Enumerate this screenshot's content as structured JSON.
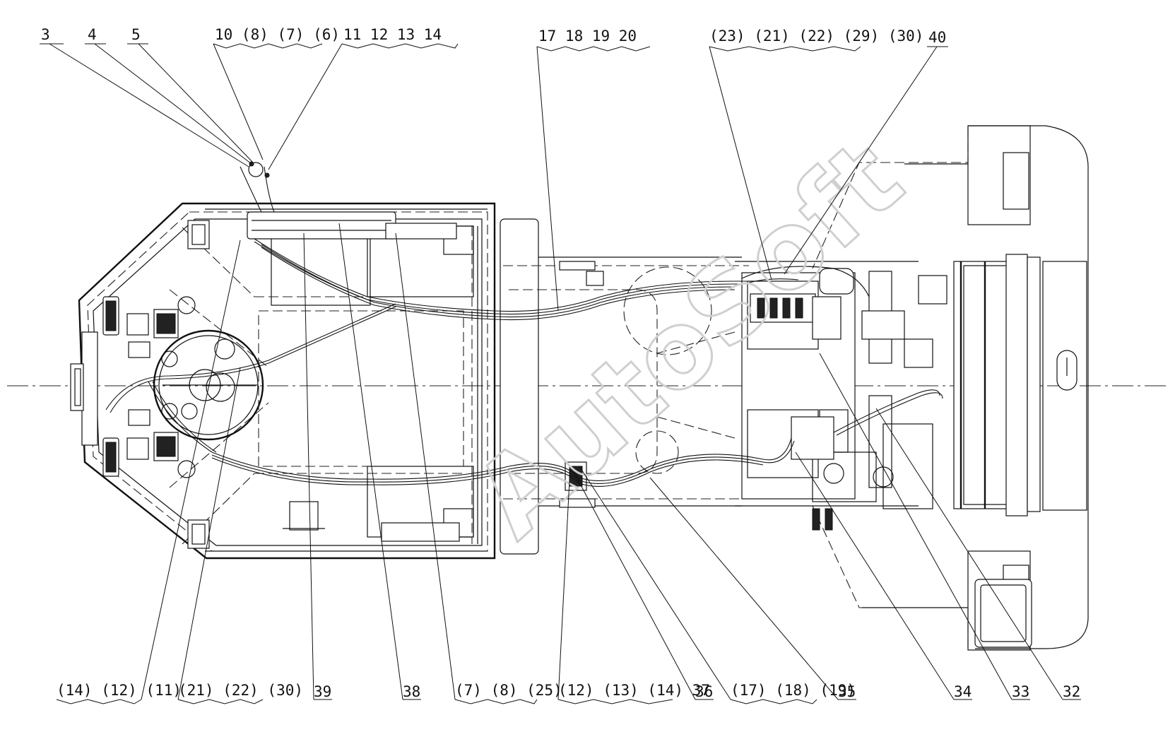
{
  "watermark": "AutoSoft",
  "labels": {
    "top": [
      {
        "id": "lbl-3",
        "text": "3"
      },
      {
        "id": "lbl-4",
        "text": "4"
      },
      {
        "id": "lbl-5",
        "text": "5"
      },
      {
        "id": "lbl-g1",
        "text": "10 (8) (7) (6)"
      },
      {
        "id": "lbl-g2",
        "text": "11 12 13 14"
      },
      {
        "id": "lbl-g3",
        "text": "17 18 19 20"
      },
      {
        "id": "lbl-g4",
        "text": "(23) (21) (22) (29) (30)"
      },
      {
        "id": "lbl-40",
        "text": "40"
      }
    ],
    "bottom": [
      {
        "id": "lbl-g5",
        "text": "(14) (12) (11)"
      },
      {
        "id": "lbl-g6",
        "text": "(21) (22) (30)"
      },
      {
        "id": "lbl-39",
        "text": "39"
      },
      {
        "id": "lbl-38",
        "text": "38"
      },
      {
        "id": "lbl-g7",
        "text": "(7) (8) (25)"
      },
      {
        "id": "lbl-g8",
        "text": "(12) (13) (14) 37"
      },
      {
        "id": "lbl-36",
        "text": "36"
      },
      {
        "id": "lbl-g9",
        "text": "(17) (18) (19)"
      },
      {
        "id": "lbl-35",
        "text": "35"
      },
      {
        "id": "lbl-34",
        "text": "34"
      },
      {
        "id": "lbl-33",
        "text": "33"
      },
      {
        "id": "lbl-32",
        "text": "32"
      }
    ]
  }
}
